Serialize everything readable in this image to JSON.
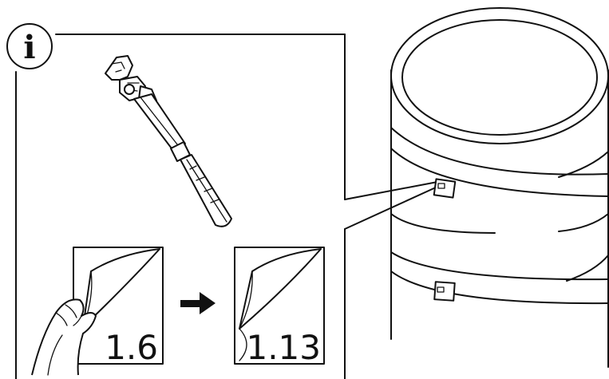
{
  "info_icon": {
    "symbol": "i"
  },
  "steps": {
    "from_page": "1.6",
    "to_page": "1.13"
  },
  "colors": {
    "ink": "#111111",
    "paper": "#ffffff"
  }
}
